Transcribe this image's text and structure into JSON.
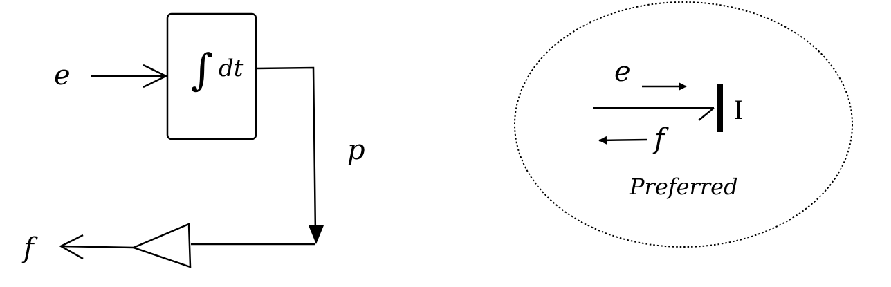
{
  "block_diagram": {
    "input_label": "e",
    "integrator_symbol": "∫",
    "integrator_operand": "dt",
    "state_label": "p",
    "output_label": "f"
  },
  "bond_graph": {
    "effort_label": "e",
    "flow_label": "f",
    "element_label": "I",
    "caption": "Preferred"
  }
}
